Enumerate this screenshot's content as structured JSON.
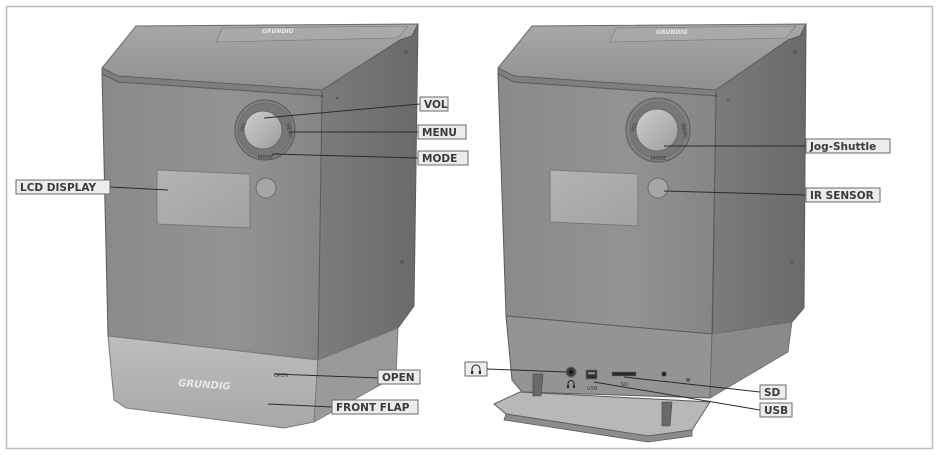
{
  "brand": "GRUNDIG",
  "knob_marks": {
    "left": "VOL",
    "right": "MENU",
    "bottom": "MODE"
  },
  "flap_mark": "OPEN",
  "port_marks": {
    "usb": "USB",
    "sd": "SD"
  },
  "labels": {
    "vol": "VOL",
    "menu": "MENU",
    "mode": "MODE",
    "lcd_display": "LCD DISPLAY",
    "open": "OPEN",
    "front_flap": "FRONT FLAP",
    "jog_shuttle": "Jog-Shuttle",
    "ir_sensor": "IR SENSOR",
    "sd": "SD",
    "usb": "USB"
  },
  "icons": {
    "headphone": "headphone-icon"
  },
  "colors": {
    "background": "#ffffff",
    "frame": "#bdbdbd",
    "body_front": "#8d8d8d",
    "body_side": "#7a7a7a",
    "top": "#9a9a9a",
    "flap": "#b3b3b3",
    "label_bg": "#ececec",
    "label_border": "#6a6a6a",
    "leader_line": "#2b2b2b"
  }
}
